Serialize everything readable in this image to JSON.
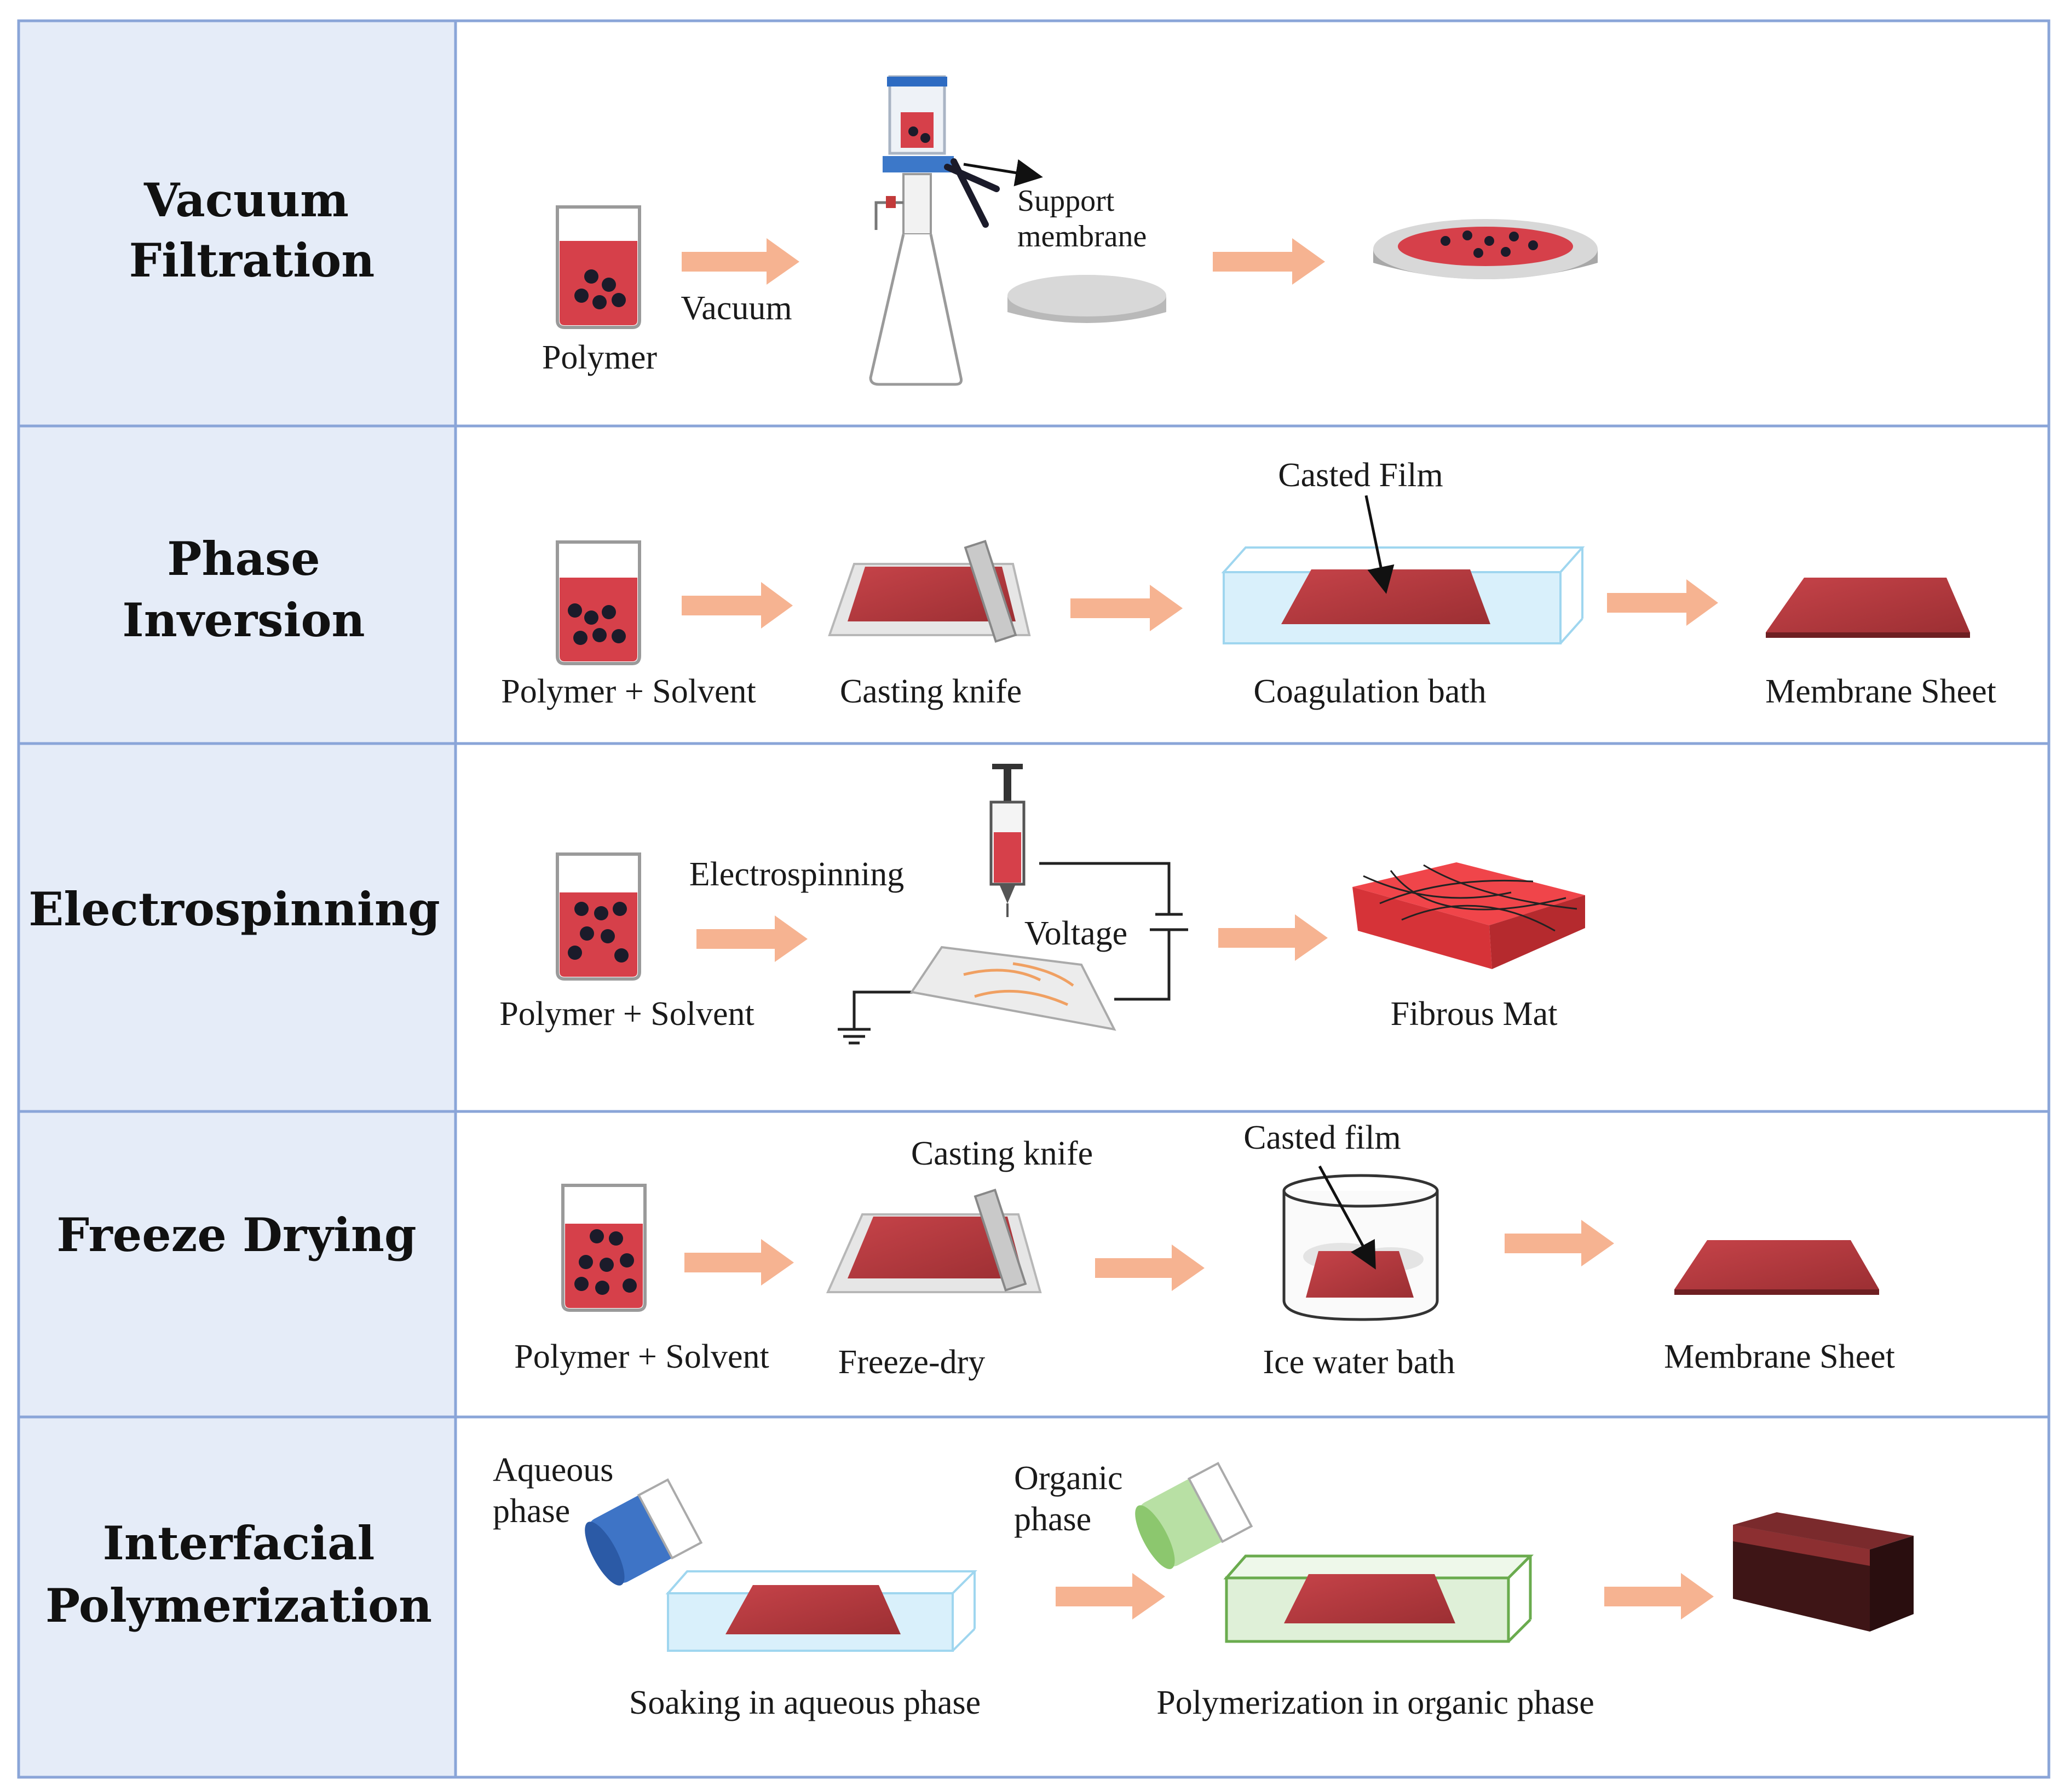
{
  "colors": {
    "left_panel": "#e5ecf8",
    "border": "#8aa5d8",
    "arrow": "#f6b391",
    "polymer": "#d6404a",
    "membrane": "#b23a3c",
    "water": "#d9f0fb",
    "organic": "#dff0d8",
    "organic_edge": "#6aab4e"
  },
  "rows": [
    {
      "title_lines": [
        "Vacuum",
        "Filtration"
      ],
      "labels": {
        "polymer": "Polymer",
        "vacuum": "Vacuum",
        "support_1": "Support",
        "support_2": "membrane"
      }
    },
    {
      "title_lines": [
        "Phase",
        "Inversion"
      ],
      "labels": {
        "polymer": "Polymer + Solvent",
        "knife": "Casting knife",
        "film": "Casted Film",
        "bath": "Coagulation bath",
        "sheet": "Membrane Sheet"
      }
    },
    {
      "title_lines": [
        "Electrospinning"
      ],
      "labels": {
        "polymer": "Polymer + Solvent",
        "process": "Electrospinning",
        "voltage": "Voltage",
        "mat": "Fibrous Mat"
      }
    },
    {
      "title_lines": [
        "Freeze Drying"
      ],
      "labels": {
        "polymer": "Polymer + Solvent",
        "knife": "Casting knife",
        "freeze": "Freeze-dry",
        "film": "Casted film",
        "bath": "Ice water bath",
        "sheet": "Membrane Sheet"
      }
    },
    {
      "title_lines": [
        "Interfacial",
        "Polymerization"
      ],
      "labels": {
        "aqueous_1": "Aqueous",
        "aqueous_2": "phase",
        "organic_1": "Organic",
        "organic_2": "phase",
        "soak": "Soaking in aqueous phase",
        "polymerize": "Polymerization in organic phase"
      }
    }
  ]
}
